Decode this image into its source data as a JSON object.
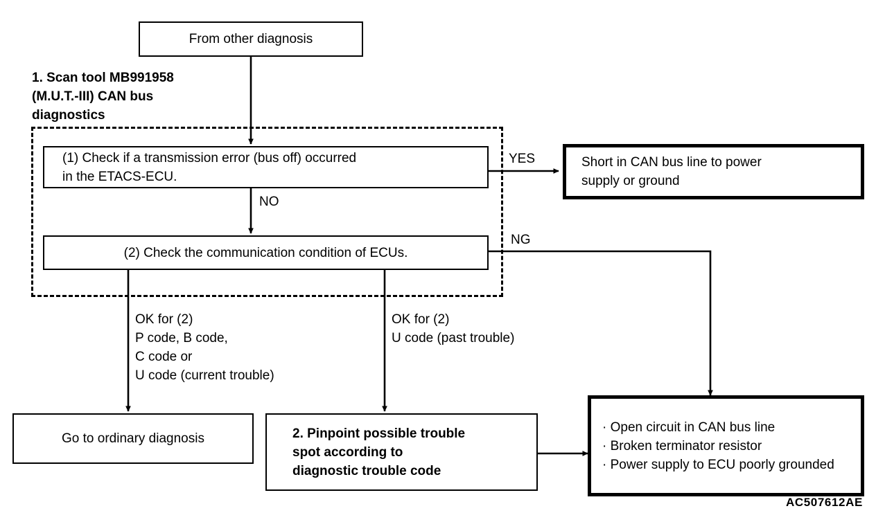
{
  "figure": {
    "id_code": "AC507612AE"
  },
  "group": {
    "title": "1. Scan tool MB991958\n(M.U.T.-III) CAN bus\n    diagnostics"
  },
  "nodes": {
    "start": {
      "label": "From other diagnosis"
    },
    "check1": {
      "label": "(1) Check if a transmission error (bus off) occurred\nin the ETACS-ECU."
    },
    "check2": {
      "label": "(2) Check the communication condition of ECUs."
    },
    "short_result": {
      "label": "Short in CAN bus line to power\nsupply or ground"
    },
    "ordinary": {
      "label": "Go to ordinary diagnosis"
    },
    "pinpoint": {
      "label": "2. Pinpoint possible trouble\n     spot according to\n     diagnostic trouble code"
    },
    "faults": {
      "lines": [
        "· Open circuit in CAN bus line",
        "· Broken terminator resistor",
        "· Power supply to ECU poorly grounded"
      ]
    }
  },
  "edge_labels": {
    "yes": "YES",
    "no": "NO",
    "ng": "NG",
    "ok_left": "OK for (2)\nP code, B code,\nC code or\nU code (current trouble)",
    "ok_right": "OK for (2)\nU code (past trouble)"
  },
  "colors": {
    "line": "#000000",
    "background": "#ffffff",
    "text": "#000000"
  }
}
